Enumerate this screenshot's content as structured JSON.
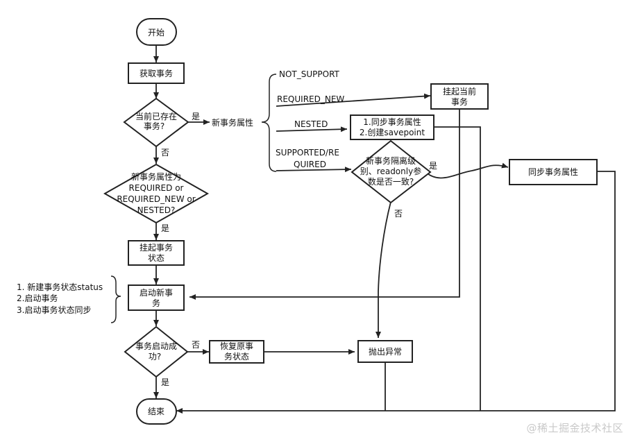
{
  "nodes": {
    "start": "开始",
    "get_tx": "获取事务",
    "exists_q1": "当前已存在",
    "exists_q2": "事务?",
    "yes1": "是",
    "no1": "否",
    "new_tx_attr": "新事务属性",
    "opt_not_support": "NOT_SUPPORT",
    "opt_required_new": "REQUIRED_NEW",
    "opt_nested": "NESTED",
    "opt_supported_1": "SUPPORTED/RE",
    "opt_supported_2": "QUIRED",
    "suspend_cur_1": "挂起当前",
    "suspend_cur_2": "事务",
    "sync_save_1": "1.同步事务属性",
    "sync_save_2": "2.创建savepoint",
    "iso_q_1": "新事务隔离级",
    "iso_q_2": "别、readonly参",
    "iso_q_3": "数是否一致?",
    "yes_iso": "是",
    "no_iso": "否",
    "sync_attr": "同步事务属性",
    "req_q_1": "新事务属性为",
    "req_q_2": "REQUIRED or",
    "req_q_3": "REQUIRED_NEW or",
    "req_q_4": "NESTED?",
    "yes2": "是",
    "suspend_state_1": "挂起事务",
    "suspend_state_2": "状态",
    "start_new_1": "启动新事",
    "start_new_2": "务",
    "note_1": "1. 新建事务状态status",
    "note_2": "2.启动事务",
    "note_3": "3.启动事务状态同步",
    "success_q_1": "事务启动成",
    "success_q_2": "功?",
    "no_success": "否",
    "yes_success": "是",
    "restore_1": "恢复原事",
    "restore_2": "务状态",
    "throw": "抛出异常",
    "end": "结束"
  },
  "watermark": "@稀土掘金技术社区"
}
